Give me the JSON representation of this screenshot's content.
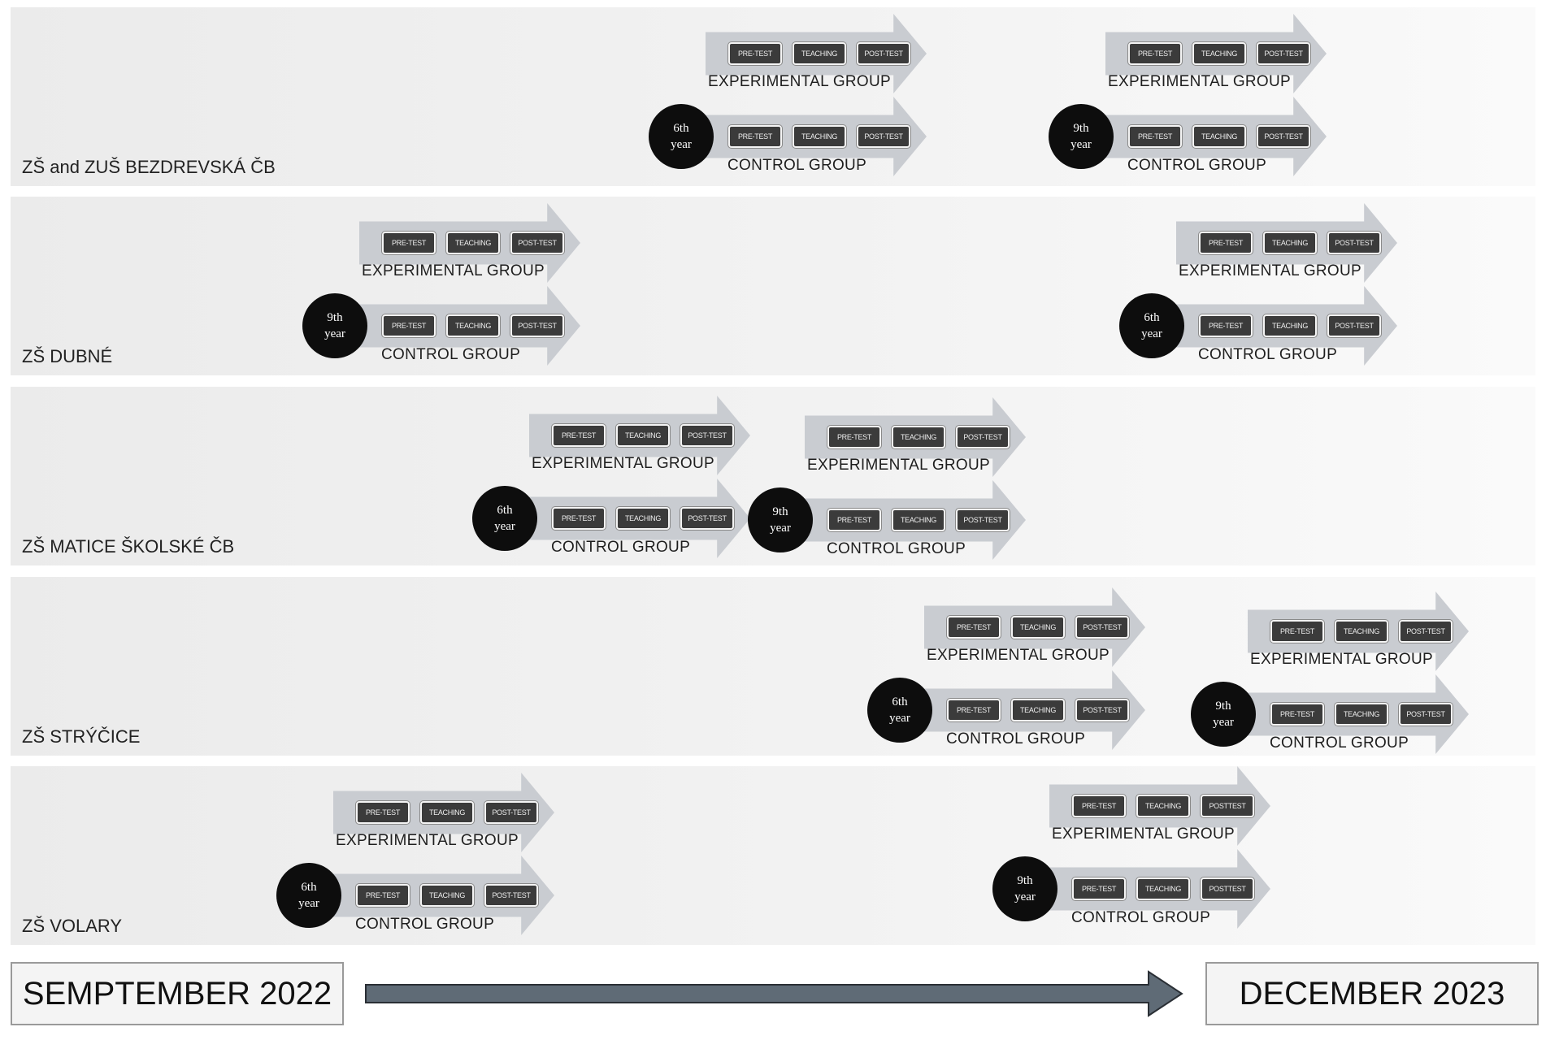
{
  "steps": {
    "pre": "PRE-TEST",
    "teach": "TEACHING",
    "post": "POST-TEST",
    "post_alt": "POSTTEST"
  },
  "groups": {
    "experimental": "EXPERIMENTAL GROUP",
    "control": "CONTROL GROUP"
  },
  "circle_year_word": "year",
  "schools": [
    {
      "name": "ZŠ and ZUŠ BEZDREVSKÁ ČB",
      "studies": [
        {
          "grade": "6th"
        },
        {
          "grade": "9th"
        }
      ]
    },
    {
      "name": "ZŠ DUBNÉ",
      "studies": [
        {
          "grade": "9th"
        },
        {
          "grade": "6th"
        }
      ]
    },
    {
      "name": "ZŠ MATICE ŠKOLSKÉ ČB",
      "studies": [
        {
          "grade": "6th"
        },
        {
          "grade": "9th"
        }
      ]
    },
    {
      "name": "ZŠ STRÝČICE",
      "studies": [
        {
          "grade": "6th"
        },
        {
          "grade": "9th"
        }
      ]
    },
    {
      "name": "ZŠ VOLARY",
      "studies": [
        {
          "grade": "6th"
        },
        {
          "grade": "9th"
        }
      ]
    }
  ],
  "timeline": {
    "start": "SEMPTEMBER 2022",
    "end": "DECEMBER 2023"
  },
  "colors": {
    "arrow_fill": "#c9ccd1",
    "pill_fill": "#3b3b3b",
    "circle_fill": "#0d0d0d",
    "timeline_arrow": "#5f6b76"
  }
}
